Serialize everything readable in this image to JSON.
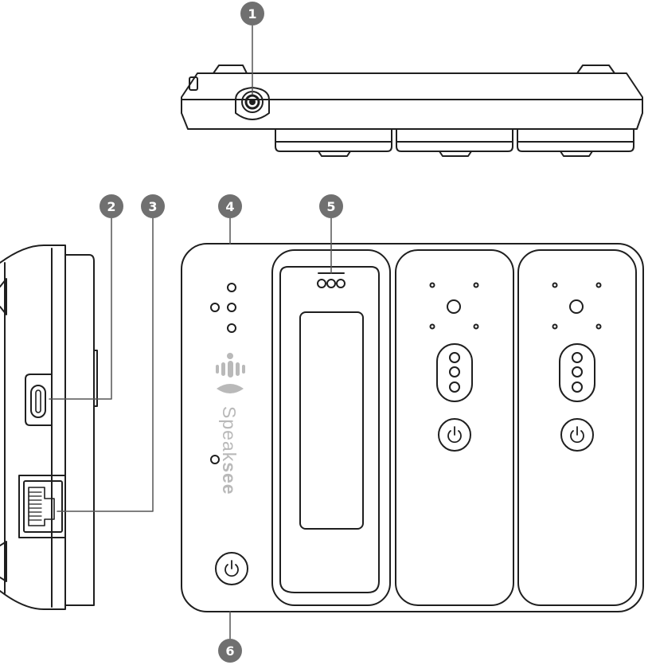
{
  "callouts": [
    {
      "number": "1",
      "target": "top-view-round-jack"
    },
    {
      "number": "2",
      "target": "side-view-usb-c-port"
    },
    {
      "number": "3",
      "target": "side-view-ethernet-port"
    },
    {
      "number": "4",
      "target": "front-view-device-edge"
    },
    {
      "number": "5",
      "target": "front-view-transmitter-slot"
    },
    {
      "number": "6",
      "target": "front-view-device-bottom-edge"
    }
  ],
  "device": {
    "brand_text": "Speaksee",
    "brand_light_part": "Speak",
    "brand_bold_part": "see"
  },
  "colors": {
    "outline": "#1f1f1f",
    "badge": "#707070",
    "logo_gray": "#b9b9b9",
    "background": "#ffffff"
  },
  "icons": [
    "power-icon",
    "led-indicator-icon",
    "usb-c-icon",
    "ethernet-icon"
  ]
}
